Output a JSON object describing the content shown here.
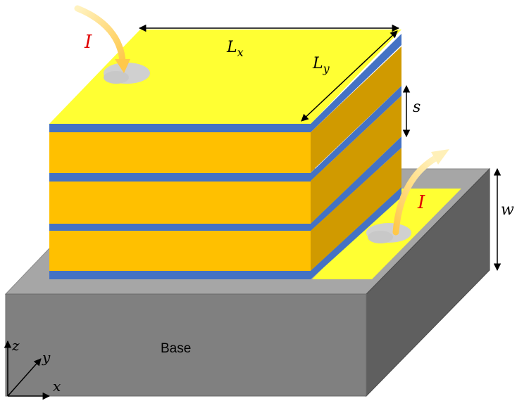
{
  "labels": {
    "current_top": "I",
    "current_bottom": "I",
    "lx_main": "L",
    "lx_sub": "x",
    "ly_main": "L",
    "ly_sub": "y",
    "spacing": "s",
    "height": "w",
    "base": "Base",
    "axis_z": "z",
    "axis_y": "y",
    "axis_x": "x"
  },
  "colors": {
    "top_face": "#FFFF33",
    "layer_front": "#FFC000",
    "layer_side": "#D09A00",
    "insulator": "#4472C4",
    "base_front": "#808080",
    "base_top": "#A6A6A6",
    "base_side": "#5F5F5F",
    "current_label": "#E00000",
    "arrow": "#FFD56A",
    "contact": "#D0D0D0"
  },
  "structure": {
    "conductor_layers": 3,
    "insulator_strips": 4
  }
}
